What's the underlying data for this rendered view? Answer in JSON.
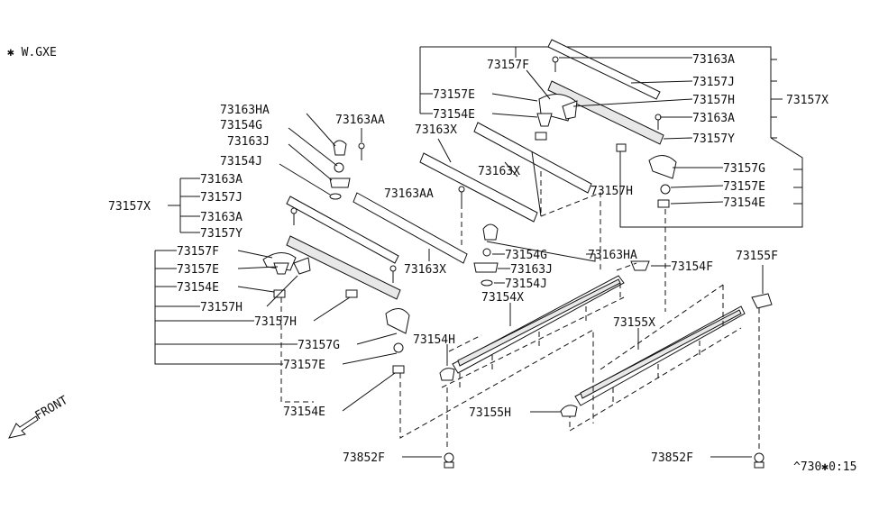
{
  "variant_note": "✱ W.GXE",
  "front_label": "FRONT",
  "footer_code": "^730✱0:15",
  "labels": {
    "p73163a_1": "73163A",
    "p73157j_1": "73157J",
    "p73157h_1": "73157H",
    "p73157x_1": "73157X",
    "p73163a_2": "73163A",
    "p73157y_1": "73157Y",
    "p73157g_1": "73157G",
    "p73157e_1": "73157E",
    "p73154e_1": "73154E",
    "p73157f_1": "73157F",
    "p73157e_2": "73157E",
    "p73154e_2": "73154E",
    "p73163x_1": "73163X",
    "p73163x_2": "73163X",
    "p73157h_2": "73157H",
    "p73163ha_1": "73163HA",
    "p73154g_1": "73154G",
    "p73163j_1": "73163J",
    "p73154j_1": "73154J",
    "p73163aa_1": "73163AA",
    "p73163aa_2": "73163AA",
    "p73163a_3": "73163A",
    "p73157x_2": "73157X",
    "p73157j_2": "73157J",
    "p73163a_4": "73163A",
    "p73157y_2": "73157Y",
    "p73157f_2": "73157F",
    "p73157e_3": "73157E",
    "p73154e_3": "73154E",
    "p73157h_3": "73157H",
    "p73157h_4": "73157H",
    "p73157g_2": "73157G",
    "p73157e_4": "73157E",
    "p73154e_4": "73154E",
    "p73163x_3": "73163X",
    "p73154g_2": "73154G",
    "p73163ha_2": "73163HA",
    "p73163j_2": "73163J",
    "p73154j_2": "73154J",
    "p73154f": "73154F",
    "p73155f": "73155F",
    "p73154x": "73154X",
    "p73155x": "73155X",
    "p73154h": "73154H",
    "p73155h": "73155H",
    "p73852f_1": "73852F",
    "p73852f_2": "73852F"
  }
}
